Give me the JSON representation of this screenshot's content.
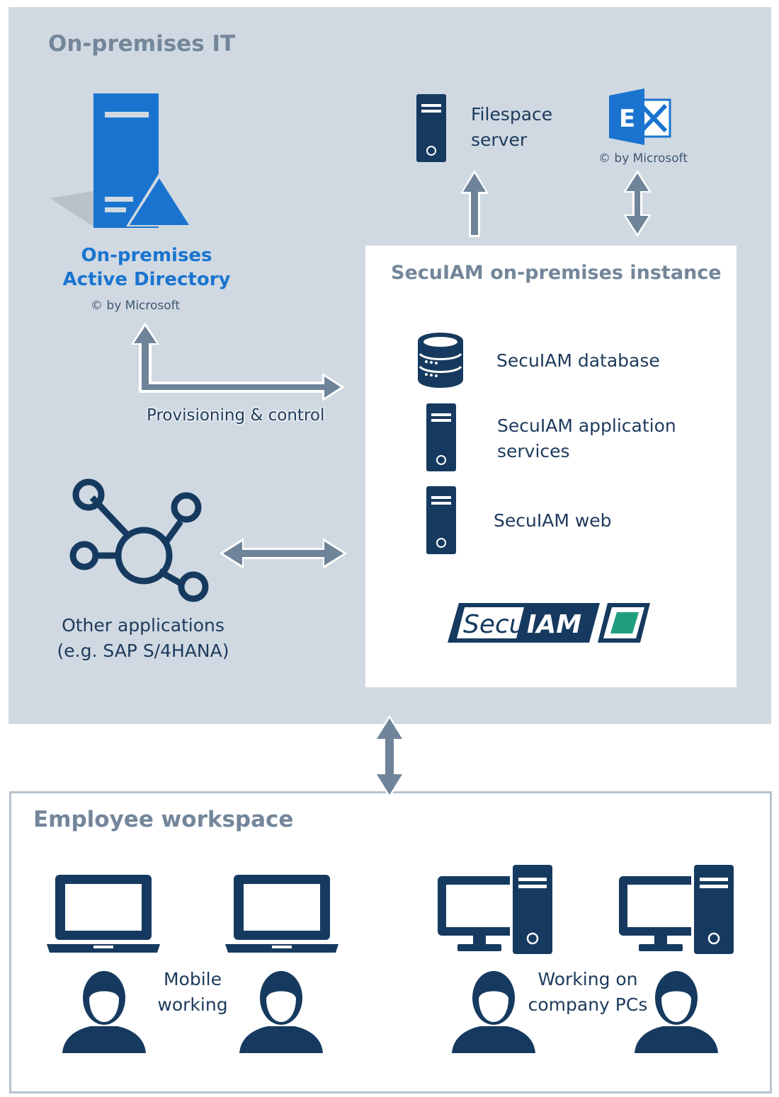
{
  "regions": {
    "onprem_title": "On-premises IT",
    "workspace_title": "Employee workspace"
  },
  "active_directory": {
    "title_line1": "On-premises",
    "title_line2": "Active Directory",
    "copyright": "© by Microsoft"
  },
  "filespace": {
    "label_line1": "Filespace",
    "label_line2": "server"
  },
  "exchange": {
    "letter": "E",
    "copyright": "© by Microsoft"
  },
  "instance": {
    "title": "SecuIAM on-premises instance",
    "database": "SecuIAM database",
    "app_services_line1": "SecuIAM application",
    "app_services_line2": "services",
    "web": "SecuIAM web",
    "logo_part1": "Secu",
    "logo_part2": "IAM"
  },
  "connections": {
    "provisioning": "Provisioning & control"
  },
  "other_apps": {
    "line1": "Other applications",
    "line2": "(e.g. SAP S/4HANA)"
  },
  "workspace": {
    "mobile_line1": "Mobile",
    "mobile_line2": "working",
    "pcs_line1": "Working on",
    "pcs_line2": "company PCs"
  },
  "colors": {
    "onprem_bg": "#d0d9e2",
    "navy": "#163a5f",
    "arrow": "#6f8499",
    "ad_blue": "#1a74cf",
    "title_grey": "#73869a",
    "logo_green": "#1e9e7a"
  },
  "icons": {
    "ad": "server-triangle-icon",
    "filespace": "server-tower-icon",
    "exchange": "exchange-icon",
    "database": "database-icon",
    "app_server": "server-tower-icon",
    "web_server": "server-tower-icon",
    "other_apps": "network-hub-icon",
    "laptop": "laptop-icon",
    "desktop": "desktop-pc-icon",
    "user": "user-icon"
  }
}
